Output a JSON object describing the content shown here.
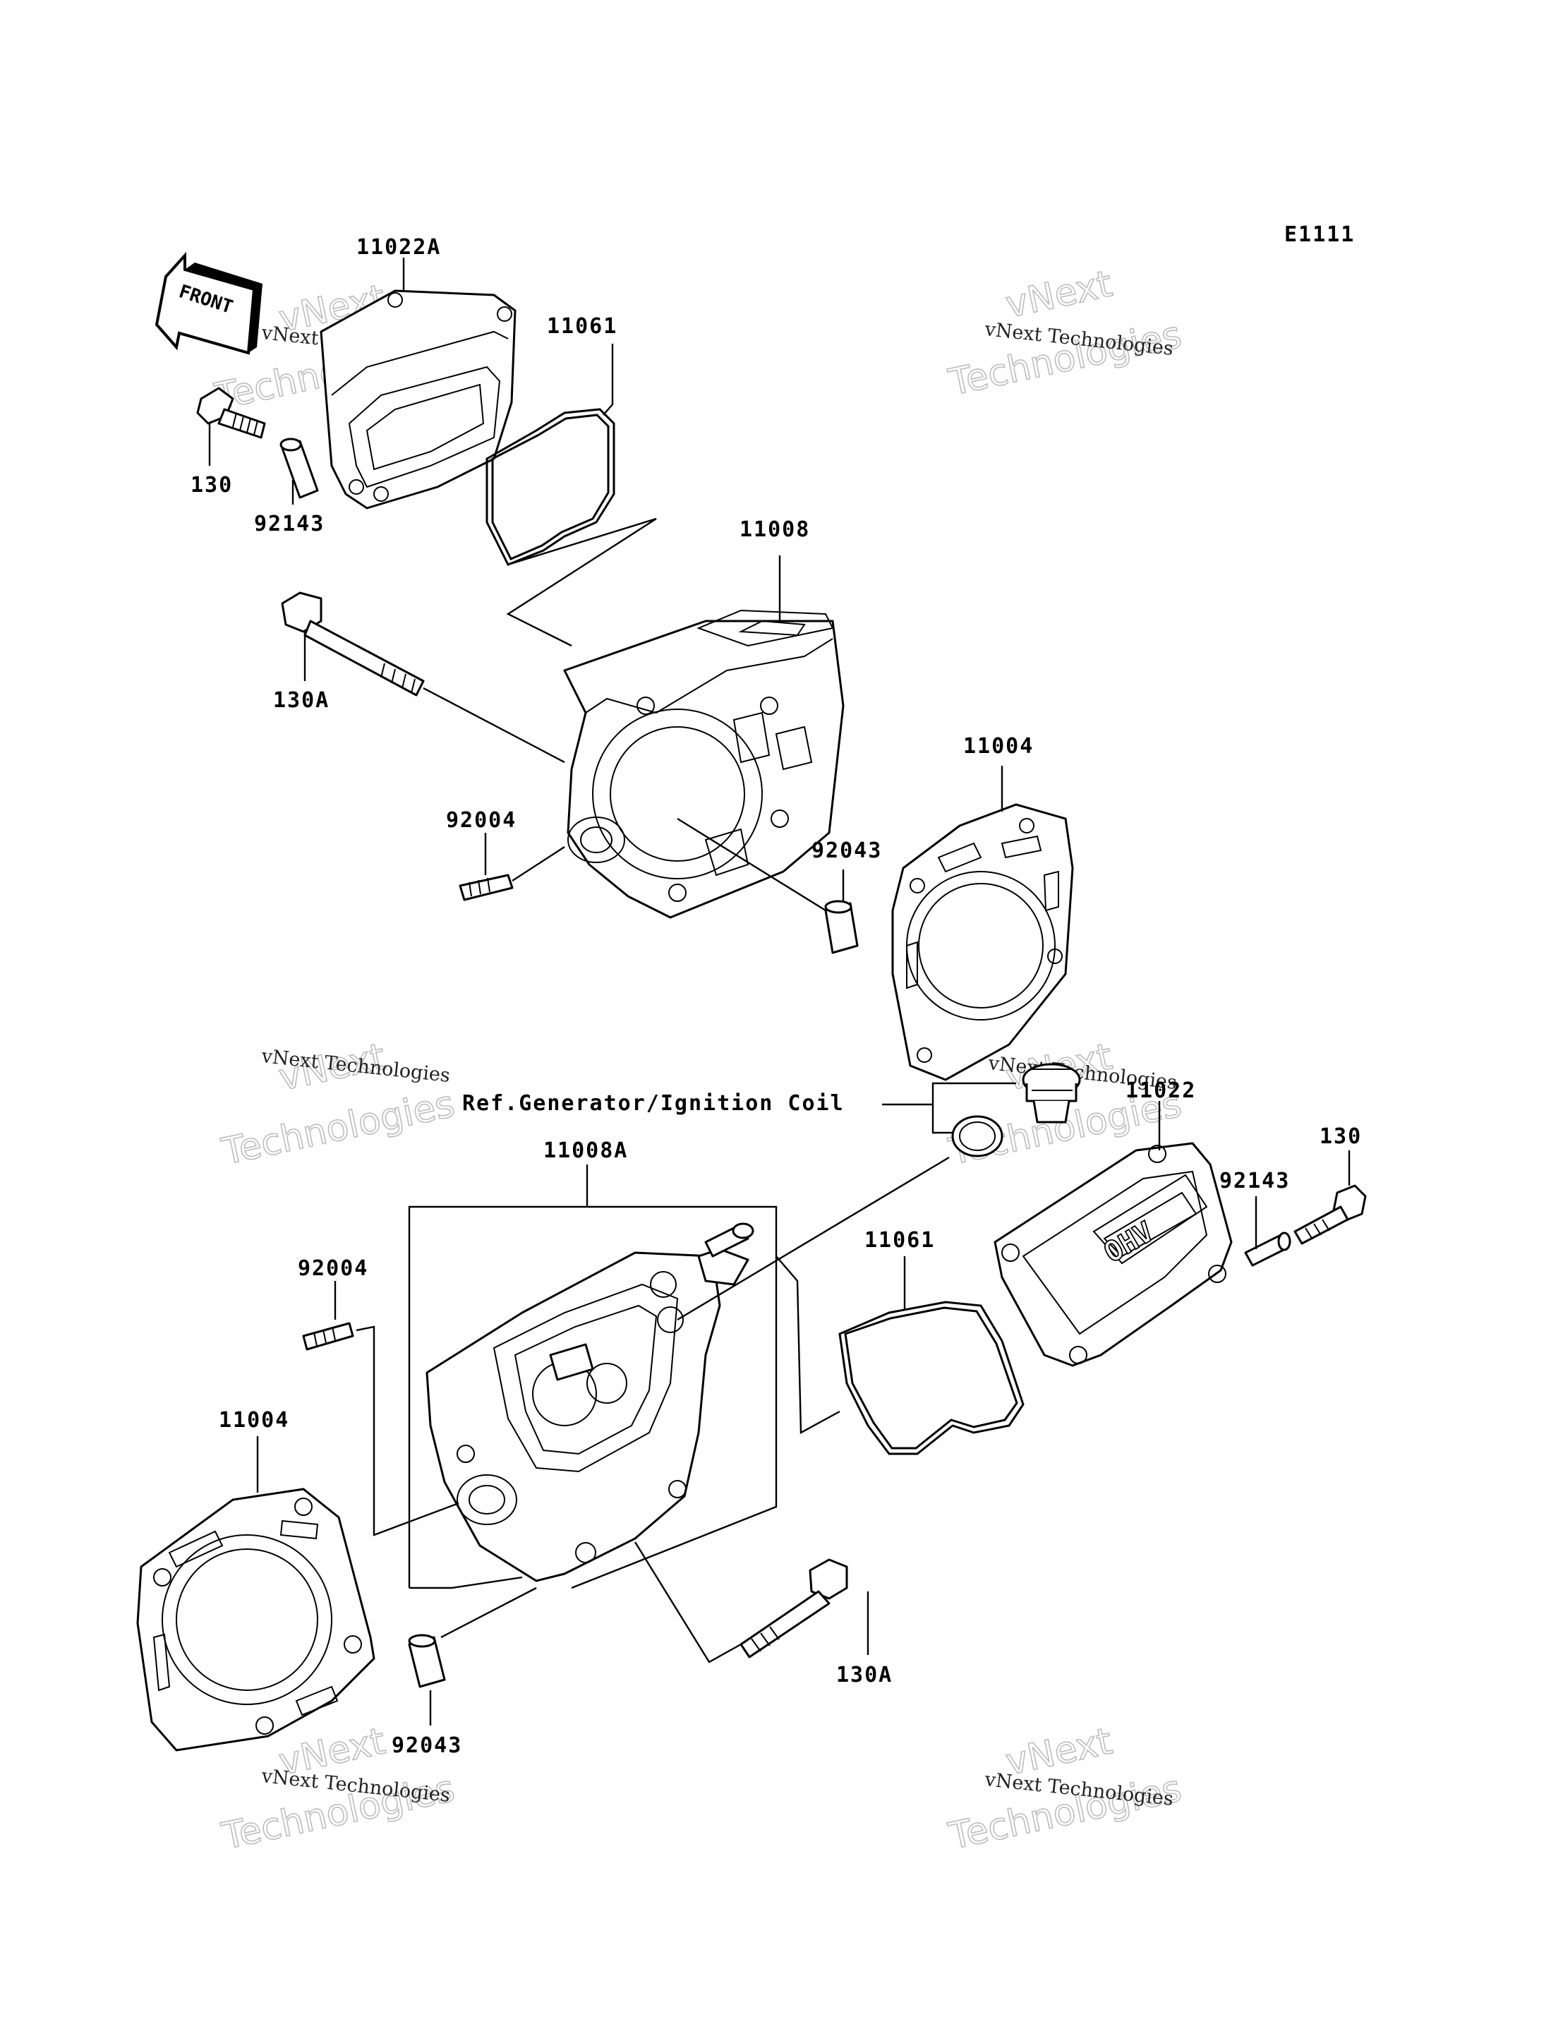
{
  "figure_code": "E1111",
  "front_marker": "FRONT",
  "reference_note": "Ref.Generator/Ignition Coil",
  "watermark": {
    "small": "vNext Technologies",
    "large": "Technologies",
    "accent": "vNext"
  },
  "labels": {
    "top_head_cover": "11022A",
    "top_cover_gasket": "11061",
    "top_bolt": "130",
    "top_collar": "92143",
    "front_head": "11008",
    "front_head_bolt": "130A",
    "front_stud": "92004",
    "front_dowel": "92043",
    "front_head_gasket": "11004",
    "rear_cover_label": "11022",
    "rear_bolt": "130",
    "rear_collar": "92143",
    "rear_head": "11008A",
    "rear_cover_gasket": "11061",
    "rear_stud": "92004",
    "rear_head_gasket": "11004",
    "rear_dowel": "92043",
    "rear_head_bolt": "130A"
  }
}
